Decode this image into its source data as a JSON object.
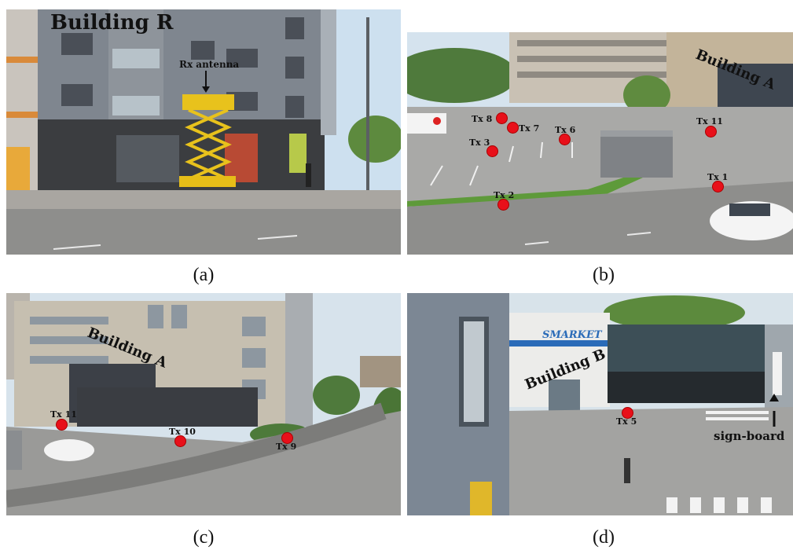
{
  "panels": {
    "a": {
      "caption": "(a)",
      "building_label": "Building R",
      "antenna_label": "Rx antenna"
    },
    "b": {
      "caption": "(b)",
      "building_label": "Building A",
      "tx": [
        "Tx 8",
        "Tx 7",
        "Tx 6",
        "Tx 3",
        "Tx 11",
        "Tx 1",
        "Tx 2"
      ]
    },
    "c": {
      "caption": "(c)",
      "building_label": "Building A",
      "tx": [
        "Tx 11",
        "Tx 10",
        "Tx 9"
      ]
    },
    "d": {
      "caption": "(d)",
      "building_label": "Building B",
      "store_sign": "SMARKET",
      "tx": [
        "Tx 5"
      ],
      "sign_label": "sign-board"
    }
  },
  "colors": {
    "marker": "#e8101a",
    "sky": "#cfe0ee",
    "asphalt": "#9a9a9a"
  }
}
